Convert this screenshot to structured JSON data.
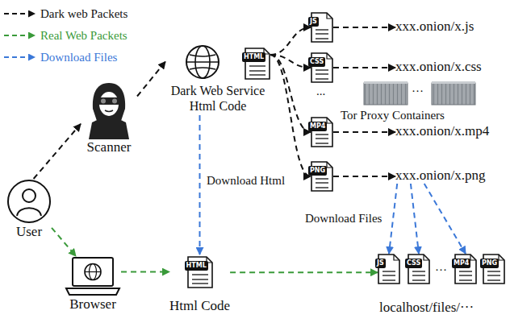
{
  "diagram": {
    "nodes": [
      {
        "text": [
          "User"
        ]
      },
      {
        "text": [
          "Scanner"
        ]
      },
      {
        "text": [
          "HTML",
          "Dark Web Service Html Code"
        ]
      },
      {
        "text": [
          "JS"
        ]
      },
      {
        "text": [
          "CSS"
        ]
      },
      {
        "text": [
          "MP4"
        ]
      },
      {
        "text": [
          "PNG"
        ]
      },
      {
        "text": [
          "xxx.onion/x.js"
        ]
      },
      {
        "text": [
          "xxx.onion/x.css"
        ]
      },
      {
        "text": [
          "xxx.onion/x.mp4"
        ]
      },
      {
        "text": [
          "xxx.onion/x.png"
        ]
      },
      {
        "text": [
          "Browser"
        ]
      },
      {
        "text": [
          "HTML",
          "Html Code"
        ]
      },
      {
        "text": [
          "localhost/files/···"
        ]
      },
      {
        "text": [
          "JS"
        ]
      },
      {
        "text": [
          "CSS"
        ]
      },
      {
        "text": [
          "MP4"
        ]
      },
      {
        "text": [
          "PNG"
        ]
      }
    ],
    "edges": [
      {
        "from": 0,
        "to": 1,
        "arrow": "to"
      },
      {
        "from": 1,
        "to": 2,
        "arrow": "to"
      },
      {
        "from": 2,
        "to": 3,
        "arrow": "to"
      },
      {
        "from": 2,
        "to": 4,
        "arrow": "to"
      },
      {
        "from": 2,
        "to": 5,
        "arrow": "to"
      },
      {
        "from": 2,
        "to": 6,
        "arrow": "to"
      },
      {
        "from": 3,
        "to": 7,
        "arrow": "to"
      },
      {
        "from": 4,
        "to": 8,
        "arrow": "to"
      },
      {
        "from": 5,
        "to": 9,
        "arrow": "to"
      },
      {
        "from": 6,
        "to": 10,
        "arrow": "to"
      },
      {
        "from": 2,
        "to": 12,
        "arrow": "to"
      },
      {
        "from": 0,
        "to": 11,
        "arrow": "to"
      },
      {
        "from": 11,
        "to": 12,
        "arrow": "to"
      },
      {
        "from": 12,
        "to": 14,
        "arrow": "to"
      },
      {
        "from": 10,
        "to": 14,
        "arrow": "to"
      },
      {
        "from": 10,
        "to": 15,
        "arrow": "to"
      },
      {
        "from": 10,
        "to": 16,
        "arrow": "to"
      }
    ],
    "labels": [
      "...",
      "···",
      "Tor Proxy Containers",
      "Download Html",
      "Download Files",
      "···"
    ],
    "legend": [
      {
        "text": "Dark web Packets"
      },
      {
        "text": "Real Web Packets"
      },
      {
        "text": "Download Files"
      }
    ]
  }
}
